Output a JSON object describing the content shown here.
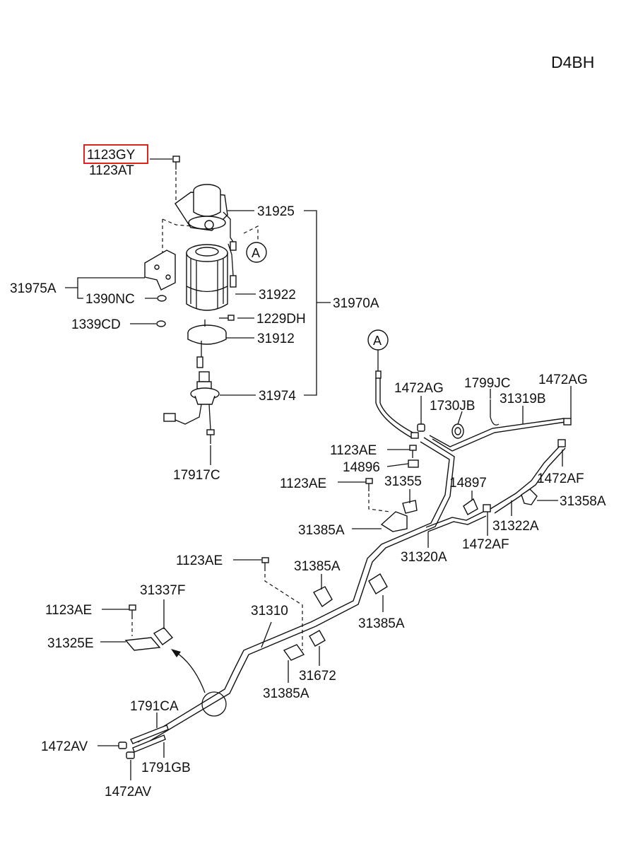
{
  "engine_code": "D4BH",
  "highlight_color": "#e0241b",
  "callout_marker": "A",
  "labels": {
    "p1123GY": "1123GY",
    "p1123AT": "1123AT",
    "p31925": "31925",
    "p31975A": "31975A",
    "p1390NC": "1390NC",
    "p31922": "31922",
    "p31970A": "31970A",
    "p1339CD": "1339CD",
    "p1229DH": "1229DH",
    "p31912": "31912",
    "p31974": "31974",
    "p17917C": "17917C",
    "p1472AG_a": "1472AG",
    "p1799JC": "1799JC",
    "p1472AG_b": "1472AG",
    "p1730JB": "1730JB",
    "p31319B": "31319B",
    "p1123AE_a": "1123AE",
    "p14896": "14896",
    "p1123AE_b": "1123AE",
    "p31355": "31355",
    "p14897": "14897",
    "p1472AF_a": "1472AF",
    "p31358A": "31358A",
    "p31322A": "31322A",
    "p31385A_a": "31385A",
    "p1472AF_b": "1472AF",
    "p31320A": "31320A",
    "p1123AE_c": "1123AE",
    "p31385A_b": "31385A",
    "p31337F": "31337F",
    "p31385A_c": "31385A",
    "p1123AE_d": "1123AE",
    "p31310": "31310",
    "p31325E": "31325E",
    "p31672": "31672",
    "p31385A_d": "31385A",
    "p1791CA": "1791CA",
    "p1472AV_a": "1472AV",
    "p1791GB": "1791GB",
    "p1472AV_b": "1472AV"
  }
}
